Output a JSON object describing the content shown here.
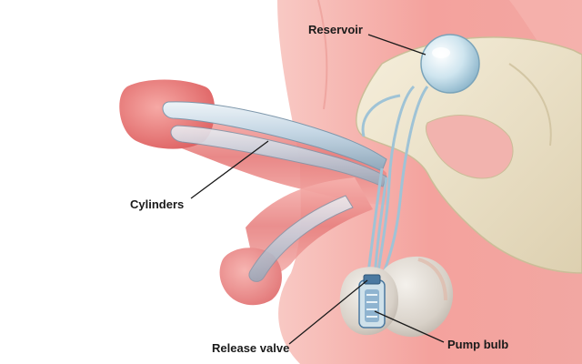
{
  "labels": {
    "reservoir": "Reservoir",
    "cylinders": "Cylinders",
    "release_valve": "Release valve",
    "pump_bulb": "Pump bulb"
  },
  "colors": {
    "background": "#ffffff",
    "skin": "#f4a5a0",
    "skin_dark": "#e06d6d",
    "bone": "#efe6cf",
    "cylinder": "#c4d6e4",
    "tube": "#9fc3d6",
    "leader_line": "#1a1a1a"
  }
}
